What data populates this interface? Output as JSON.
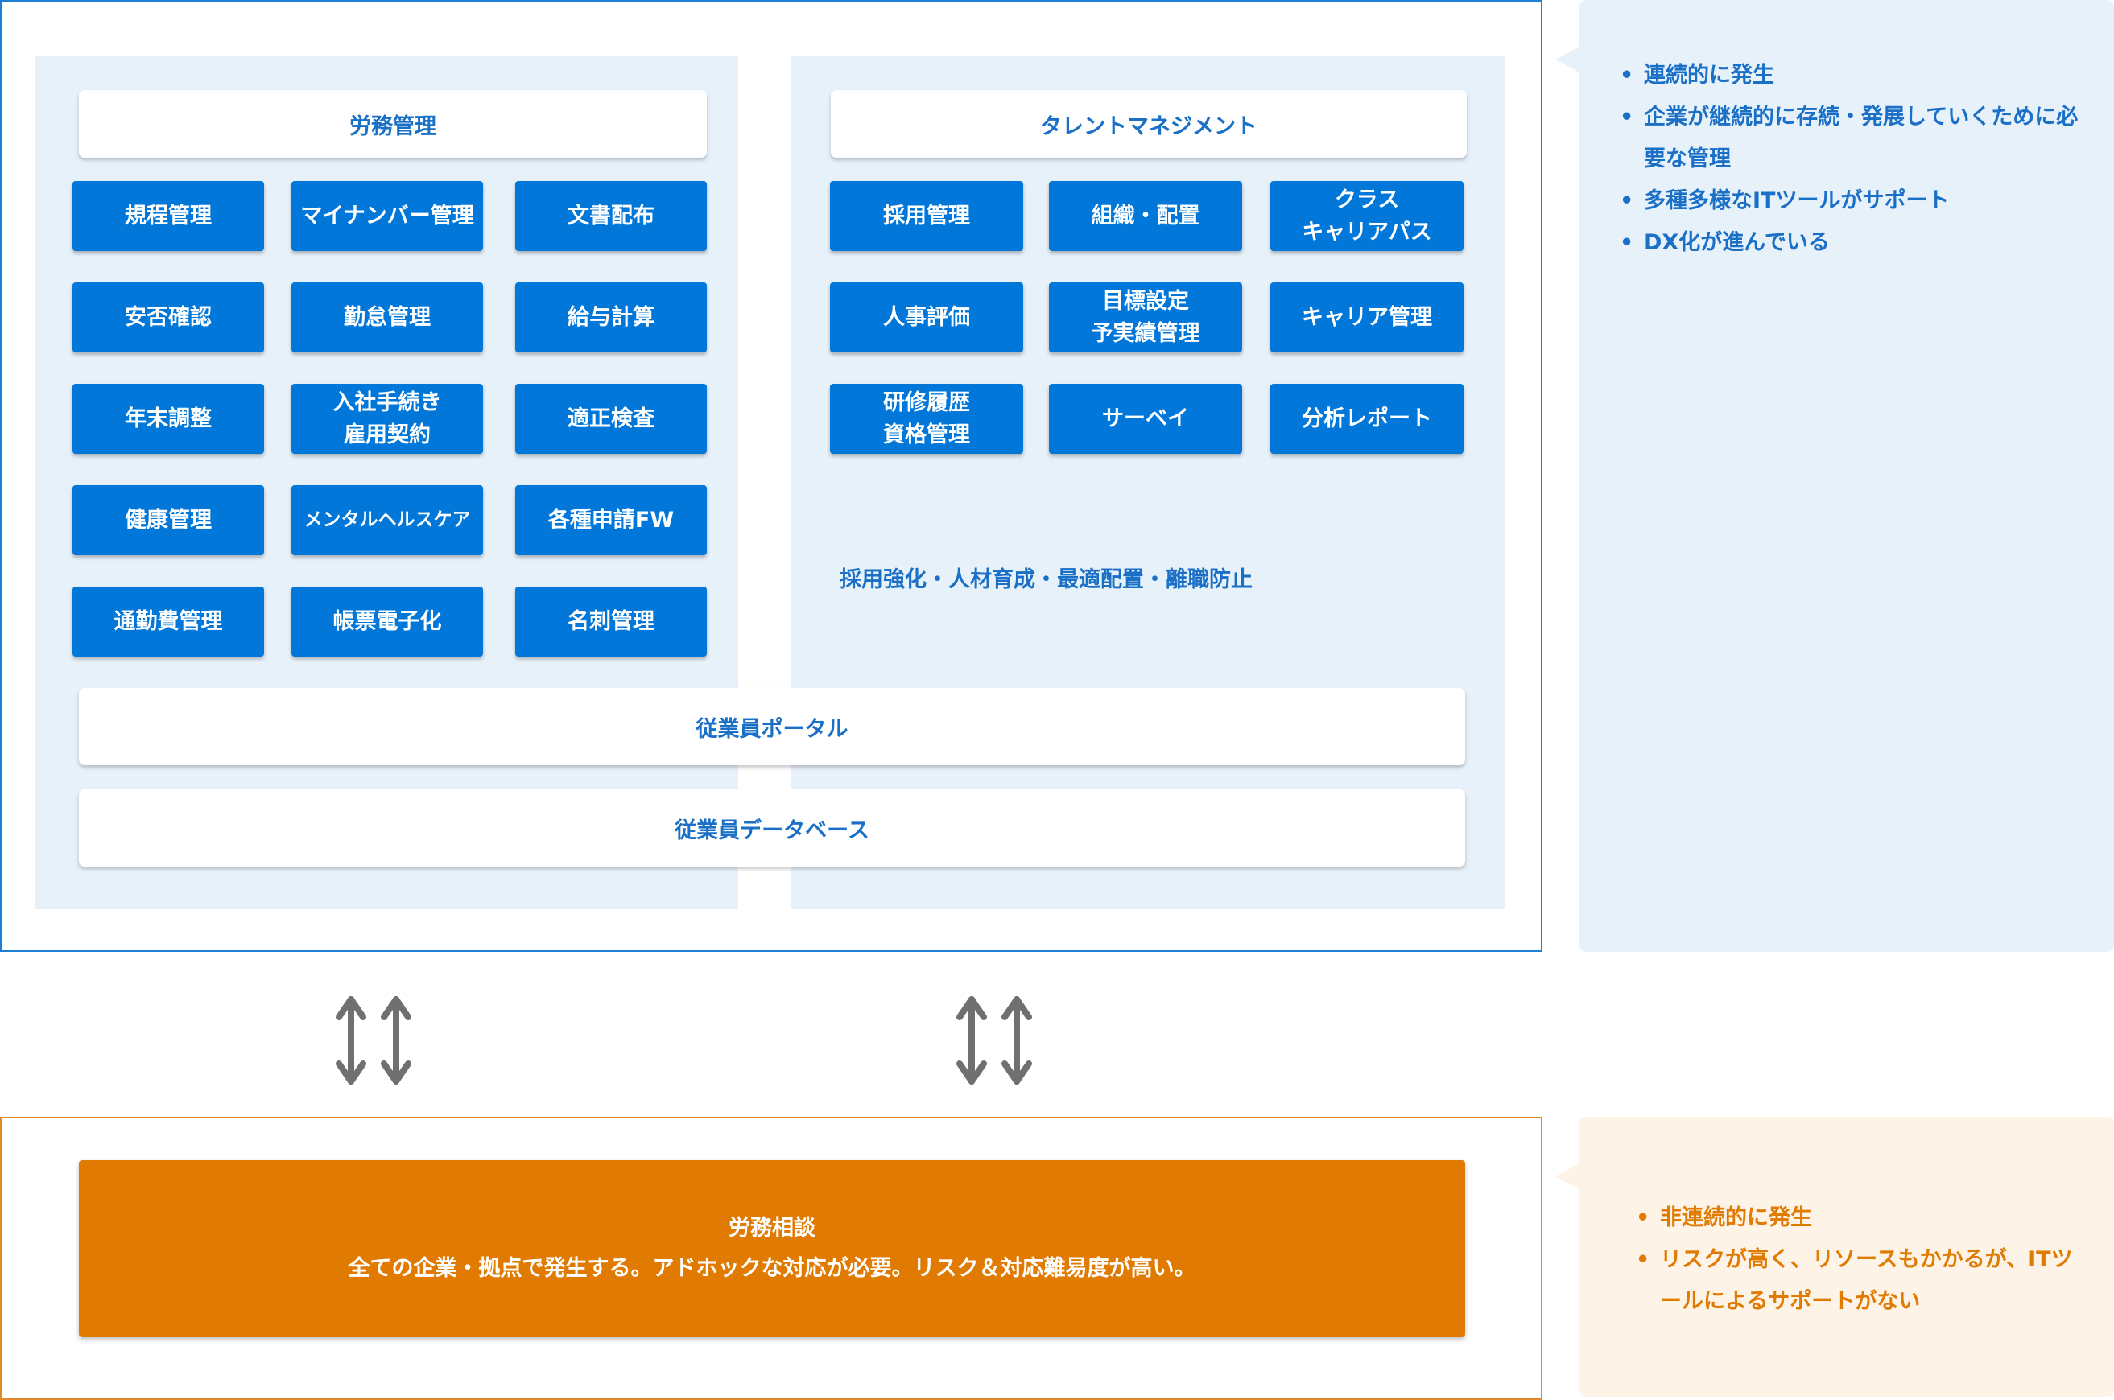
{
  "labor_management": {
    "title": "労務管理",
    "items": [
      "規程管理",
      "マイナンバー管理",
      "文書配布",
      "安否確認",
      "勤怠管理",
      "給与計算",
      "年末調整",
      "入社手続き\n雇用契約",
      "適正検査",
      "健康管理",
      "メンタルヘルスケア",
      "各種申請FW",
      "通勤費管理",
      "帳票電子化",
      "名刺管理"
    ]
  },
  "talent_management": {
    "title": "タレントマネジメント",
    "items": [
      "採用管理",
      "組織・配置",
      "クラス\nキャリアパス",
      "人事評価",
      "目標設定\n予実績管理",
      "キャリア管理",
      "研修履歴\n資格管理",
      "サーベイ",
      "分析レポート"
    ],
    "note": "採用強化・人材育成・最適配置・離職防止"
  },
  "shared": {
    "portal": "従業員ポータル",
    "database": "従業員データベース"
  },
  "side_note_top": {
    "items": [
      "連続的に発生",
      "企業が継続的に存続・発展していくために必要な管理",
      "多種多様なITツールがサポート",
      "DX化が進んでいる"
    ]
  },
  "consultation": {
    "title": "労務相談",
    "description": "全ての企業・拠点で発生する。アドホックな対応が必要。リスク＆対応難易度が高い。"
  },
  "side_note_bottom": {
    "items": [
      "非連続的に発生",
      "リスクが高く、リソースもかかるが、ITツールによるサポートがない"
    ]
  },
  "colors": {
    "primary_blue": "#0077d9",
    "text_blue": "#1a6fc7",
    "panel_blue": "#e7f1fa",
    "accent_orange": "#e07a00",
    "note_orange": "#fdf3e6",
    "arrow_gray": "#707070"
  }
}
